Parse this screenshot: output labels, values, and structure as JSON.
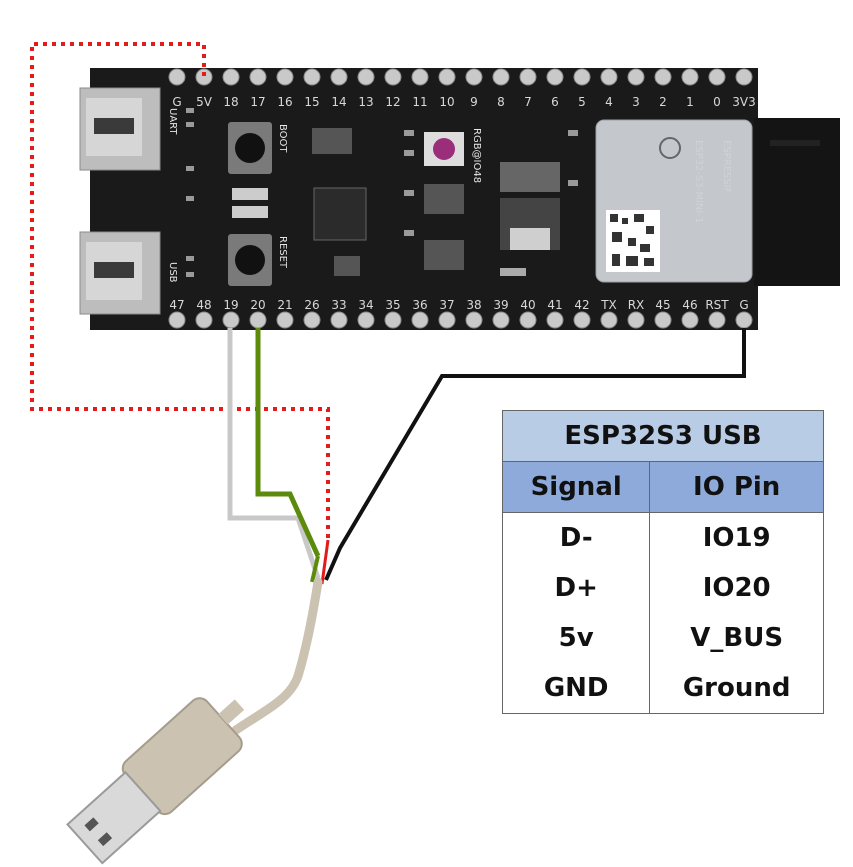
{
  "board": {
    "top_pins": [
      "G",
      "5V",
      "18",
      "17",
      "16",
      "15",
      "14",
      "13",
      "12",
      "11",
      "10",
      "9",
      "8",
      "7",
      "6",
      "5",
      "4",
      "3",
      "2",
      "1",
      "0",
      "3V3"
    ],
    "bottom_pins": [
      "47",
      "48",
      "19",
      "20",
      "21",
      "26",
      "33",
      "34",
      "35",
      "36",
      "37",
      "38",
      "39",
      "40",
      "41",
      "42",
      "TX",
      "RX",
      "45",
      "46",
      "RST",
      "G"
    ],
    "uart_label": "UART",
    "usb_label": "USB",
    "boot_label": "BOOT",
    "reset_label": "RESET",
    "rgb_label": "RGB@IO48",
    "module_brand": "ESPRESSIF",
    "module_name": "ESP32-S3-MINI-1"
  },
  "wires": {
    "colors": {
      "five_v": "#e31b1b",
      "d_minus": "#c8c8c8",
      "d_plus": "#5c8a0a",
      "ground": "#111111",
      "cable": "#cbc2b2"
    }
  },
  "table": {
    "title": "ESP32S3 USB",
    "headers": [
      "Signal",
      "IO Pin"
    ],
    "rows": [
      [
        "D-",
        "IO19"
      ],
      [
        "D+",
        "IO20"
      ],
      [
        "5v",
        "V_BUS"
      ],
      [
        "GND",
        "Ground"
      ]
    ],
    "colors": {
      "title_bg": "#b8cce6",
      "header_bg": "#8eaadb"
    }
  }
}
